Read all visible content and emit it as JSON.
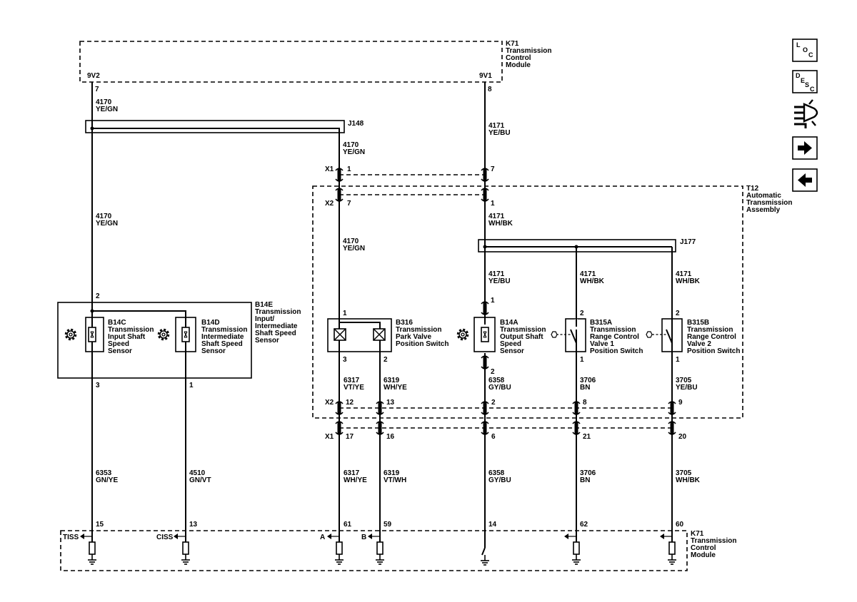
{
  "modules": {
    "k71_top": [
      "K71",
      "Transmission",
      "Control",
      "Module"
    ],
    "k71_bottom": [
      "K71",
      "Transmission",
      "Control",
      "Module"
    ],
    "t12": [
      "T12",
      "Automatic",
      "Transmission",
      "Assembly"
    ],
    "b14e": [
      "B14E",
      "Transmission",
      "Input/",
      "Intermediate",
      "Shaft Speed",
      "Sensor"
    ]
  },
  "top_pins": {
    "left_name": "9V2",
    "left_pin": "7",
    "right_name": "9V1",
    "right_pin": "8"
  },
  "splices": {
    "j148": "J148",
    "j177": "J177"
  },
  "connectors": {
    "x1_top": "X1",
    "x2_top": "X2",
    "x2_bottom": "X2",
    "x1_bottom": "X1"
  },
  "wires": {
    "w4170_a": [
      "4170",
      "YE/GN"
    ],
    "w4170_b": [
      "4170",
      "YE/GN"
    ],
    "w4170_c": [
      "4170",
      "YE/GN"
    ],
    "w4170_d": [
      "4170",
      "YE/GN"
    ],
    "w4171_a": [
      "4171",
      "YE/BU"
    ],
    "w4171_b": [
      "4171",
      "WH/BK"
    ],
    "w4171_c": [
      "4171",
      "YE/BU"
    ],
    "w4171_d": [
      "4171",
      "WH/BK"
    ],
    "w4171_e": [
      "4171",
      "WH/BK"
    ],
    "w6317_a": [
      "6317",
      "VT/YE"
    ],
    "w6319_a": [
      "6319",
      "WH/YE"
    ],
    "w6358_a": [
      "6358",
      "GY/BU"
    ],
    "w3706_a": [
      "3706",
      "BN"
    ],
    "w3705_a": [
      "3705",
      "YE/BU"
    ],
    "w6353": [
      "6353",
      "GN/YE"
    ],
    "w4510": [
      "4510",
      "GN/VT"
    ],
    "w6317_b": [
      "6317",
      "WH/YE"
    ],
    "w6319_b": [
      "6319",
      "VT/WH"
    ],
    "w6358_b": [
      "6358",
      "GY/BU"
    ],
    "w3706_b": [
      "3706",
      "BN"
    ],
    "w3705_b": [
      "3705",
      "WH/BK"
    ]
  },
  "components": {
    "b14c": [
      "B14C",
      "Transmission",
      "Input Shaft",
      "Speed",
      "Sensor"
    ],
    "b14d": [
      "B14D",
      "Transmission",
      "Intermediate",
      "Shaft Speed",
      "Sensor"
    ],
    "b316": [
      "B316",
      "Transmission",
      "Park Valve",
      "Position Switch"
    ],
    "b14a": [
      "B14A",
      "Transmission",
      "Output Shaft",
      "Speed",
      "Sensor"
    ],
    "b315a": [
      "B315A",
      "Transmission",
      "Range Control",
      "Valve 1",
      "Position Switch"
    ],
    "b315b": [
      "B315B",
      "Transmission",
      "Range Control",
      "Valve 2",
      "Position Switch"
    ]
  },
  "pins": {
    "x1_1": "1",
    "x1_7": "7",
    "x2_7": "7",
    "x2_1": "1",
    "b14e_2": "2",
    "b14e_3": "3",
    "b14e_1": "1",
    "b316_1": "1",
    "b316_3": "3",
    "b316_2": "2",
    "b14a_1": "1",
    "b14a_2": "2",
    "b315a_2": "2",
    "b315a_1": "1",
    "b315b_2": "2",
    "b315b_1": "1",
    "x2_12": "12",
    "x2_13": "13",
    "x2_2": "2",
    "x2_8": "8",
    "x2_9": "9",
    "x1_17": "17",
    "x1_16": "16",
    "x1_6": "6",
    "x1_21": "21",
    "x1_20": "20",
    "k71_15": "15",
    "k71_13": "13",
    "k71_61": "61",
    "k71_59": "59",
    "k71_14": "14",
    "k71_62": "62",
    "k71_60": "60"
  },
  "signals": {
    "tiss": "TISS",
    "ciss": "CISS",
    "a": "A",
    "b": "B"
  },
  "nav": {
    "loc": [
      "L",
      "O",
      "C"
    ],
    "desc": [
      "D",
      "E",
      "S",
      "C"
    ]
  }
}
